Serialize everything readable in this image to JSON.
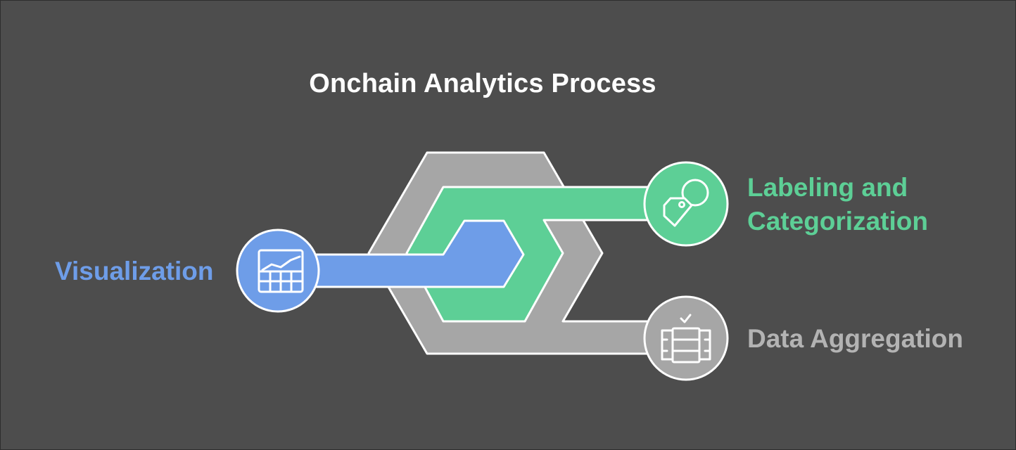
{
  "title": "Onchain Analytics Process",
  "stages": [
    {
      "id": "visualization",
      "label": "Visualization",
      "color": "#6e9de8",
      "icon": "chart-table-icon"
    },
    {
      "id": "labeling",
      "label_line1": "Labeling and",
      "label_line2": "Categorization",
      "color": "#5dcf96",
      "icon": "tag-icon"
    },
    {
      "id": "aggregation",
      "label": "Data Aggregation",
      "color": "#a6a6a6",
      "icon": "database-check-icon"
    }
  ],
  "colors": {
    "background": "#4d4d4d",
    "outline": "#ffffff",
    "title": "#ffffff"
  }
}
